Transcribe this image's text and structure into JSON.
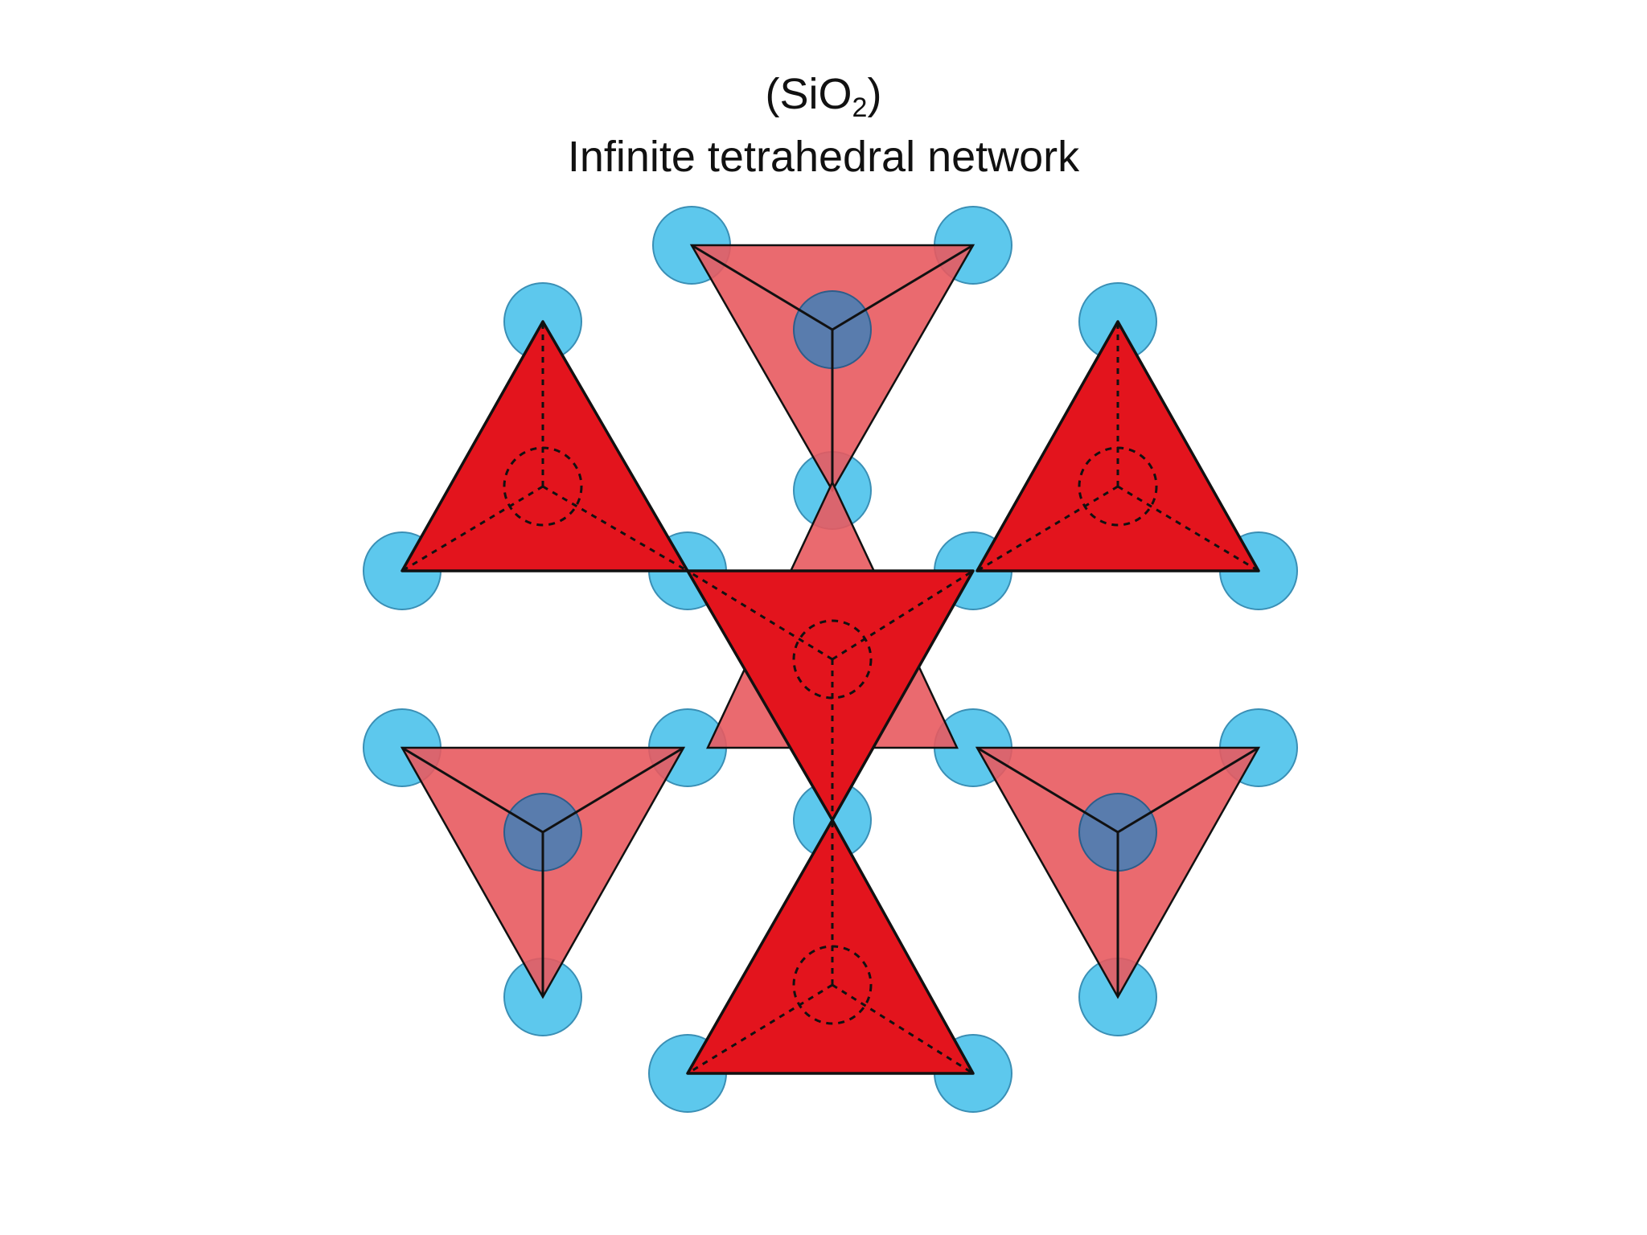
{
  "title": {
    "line1_prefix": "(SiO",
    "line1_subscript": "2",
    "line1_suffix": ")",
    "line2": "Infinite tetrahedral network"
  },
  "colors": {
    "oxygen": "#4FC3EC",
    "tetra_front": "#E3141D",
    "tetra_back": "#E85A5F",
    "edge": "#111111"
  }
}
